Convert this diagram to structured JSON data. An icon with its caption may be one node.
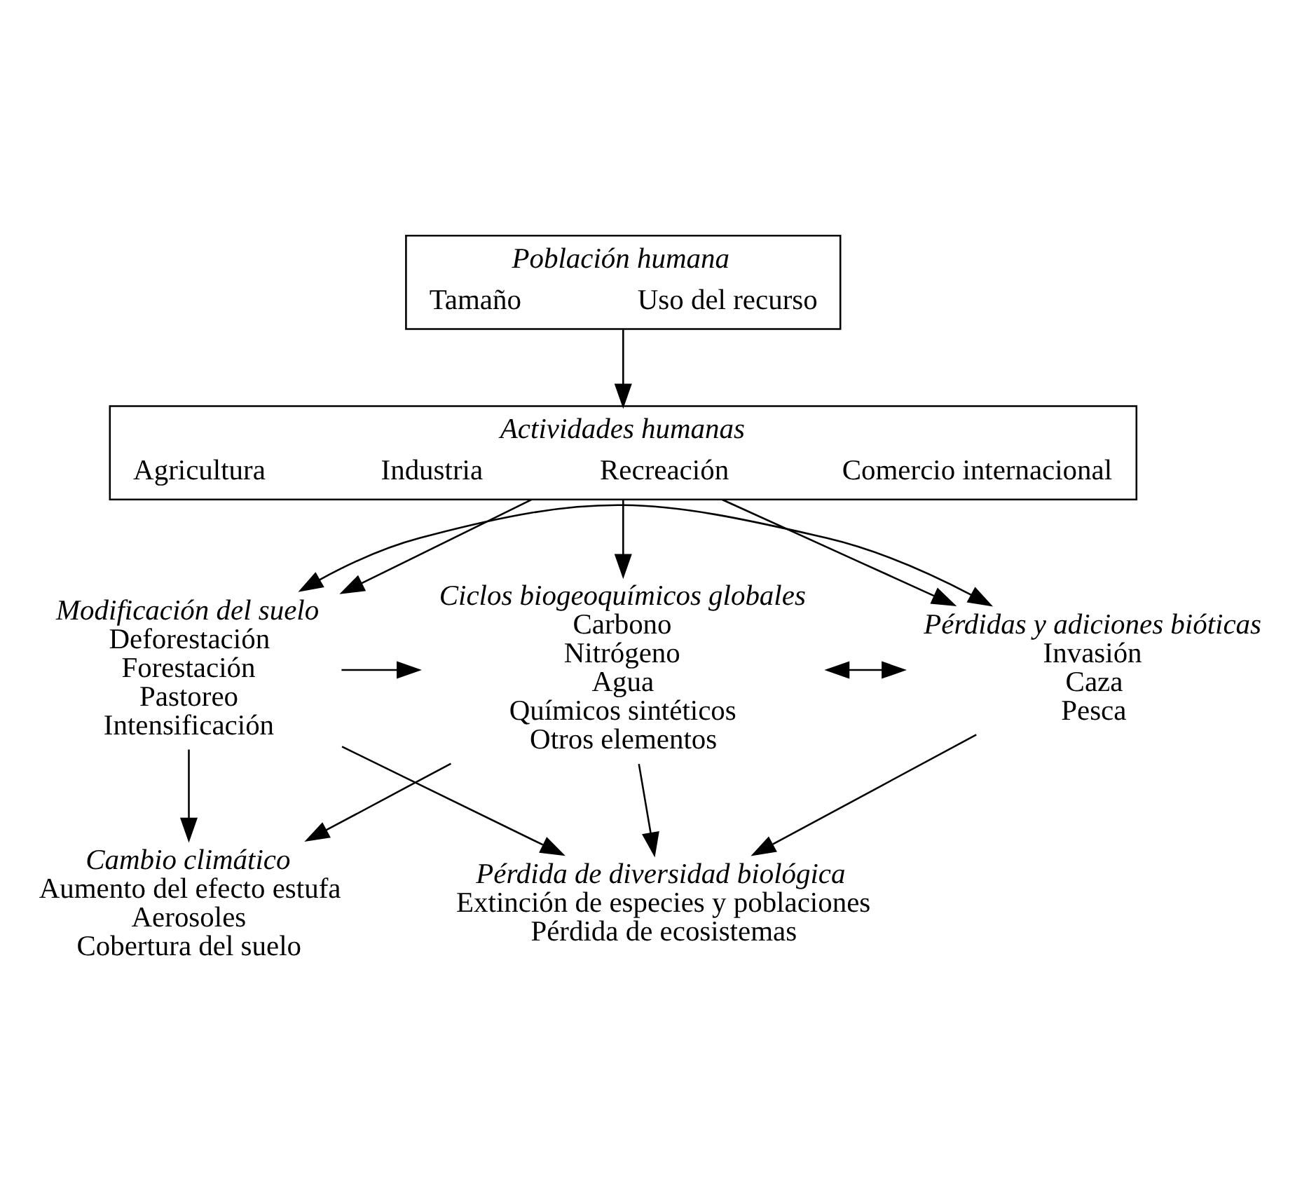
{
  "diagram": {
    "nodes": [
      {
        "text": [
          "Población humana",
          "Tamaño",
          "Uso del recurso"
        ]
      },
      {
        "text": [
          "Actividades humanas",
          "Agricultura",
          "Industria",
          "Recreación",
          "Comercio internacional"
        ]
      },
      {
        "text": [
          "Modificación del suelo",
          "Deforestación",
          "Forestación",
          "Pastoreo",
          "Intensificación"
        ]
      },
      {
        "text": [
          "Pérdidas y adiciones bióticas",
          "Invasión",
          "Caza",
          "Pesca"
        ]
      },
      {
        "text": [
          "Ciclos biogeoquímicos globales",
          "Carbono",
          "Nitrógeno",
          "Agua",
          "Químicos sintéticos",
          "Otros elementos"
        ]
      },
      {
        "text": [
          "Cambio climático",
          "Aumento del efecto estufa",
          "Aerosoles",
          "Cobertura del suelo"
        ]
      },
      {
        "text": [
          "Pérdida de diversidad biológica",
          "Extinción de especies y poblaciones",
          "Pérdida de ecosistemas"
        ]
      }
    ],
    "edges": [
      {
        "from": 0,
        "to": 1,
        "arrow": "to"
      },
      {
        "from": 1,
        "to": 2,
        "arrow": "to"
      },
      {
        "from": 1,
        "to": 3,
        "arrow": "to"
      },
      {
        "from": 1,
        "to": 4,
        "arrow": "to"
      },
      {
        "from": 2,
        "to": 3,
        "arrow": "both"
      },
      {
        "from": 2,
        "to": 4,
        "arrow": "to"
      },
      {
        "from": 4,
        "to": 3,
        "arrow": "both"
      },
      {
        "from": 2,
        "to": 5,
        "arrow": "to"
      },
      {
        "from": 2,
        "to": 6,
        "arrow": "to"
      },
      {
        "from": 4,
        "to": 5,
        "arrow": "to"
      },
      {
        "from": 4,
        "to": 6,
        "arrow": "to"
      },
      {
        "from": 3,
        "to": 6,
        "arrow": "to"
      }
    ]
  }
}
